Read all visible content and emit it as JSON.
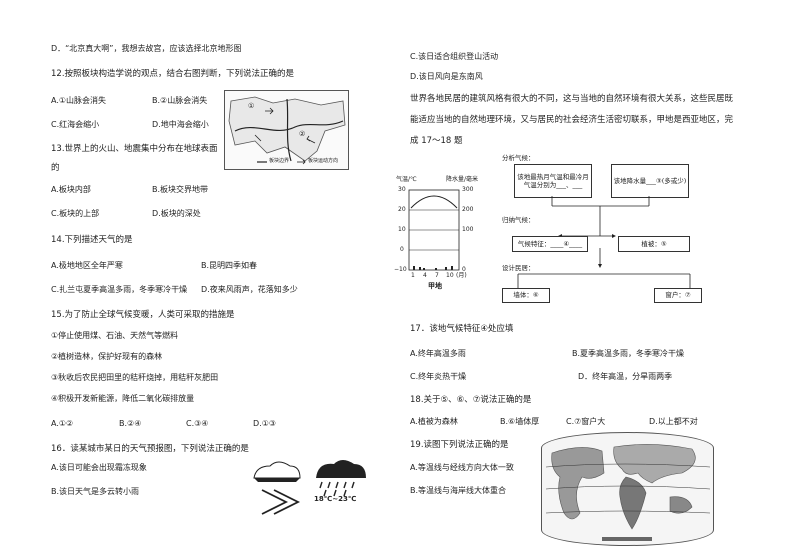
{
  "left": {
    "q11_d": "D．“北京真大啊”，我想去故宫，应该选择北京地形图",
    "q12": {
      "stem": "12.按照板块构造学说的观点，结合右图判断，下列说法正确的是",
      "a": "A.①山脉会消失",
      "b": "B.②山脉会消失",
      "c": "C.红海会缩小",
      "d": "D.地中海会缩小",
      "map_legend_1": "板块边界",
      "map_legend_2": "板块运动方向",
      "map_marks": [
        "①",
        "②"
      ]
    },
    "q13": {
      "stem1": "13.世界上的火山、地震集中分布在地球表面",
      "stem2": "的",
      "a": "A.板块内部",
      "b": "B.板块交界地带",
      "c": "C.板块的上部",
      "d": "D.板块的深处"
    },
    "q14": {
      "stem": "14.下列描述天气的是",
      "a": "A.极地地区全年严寒",
      "b": "B.昆明四季如春",
      "c": "C.扎兰屯夏季高温多雨，冬季寒冷干燥",
      "d": "D.夜来风雨声，花落知多少"
    },
    "q15": {
      "stem": "15.为了防止全球气候变暖，人类可采取的措施是",
      "o1": "①停止使用煤、石油、天然气等燃料",
      "o2": "②植树造林，保护好现有的森林",
      "o3": "③秋收后农民把田里的秸秆烧掉，用秸秆灰肥田",
      "o4": "④积极开发新能源，降低二氧化碳排放量",
      "a": "A.①②",
      "b": "B.②④",
      "c": "C.③④",
      "d": "D.①③"
    },
    "q16": {
      "stem": "16．读某城市某日的天气预报图，下列说法正确的是",
      "a": "A.该日可能会出现霜冻现象",
      "b": "B.该日天气是多云转小雨",
      "temp": "18℃~23℃"
    }
  },
  "right": {
    "q16_c": "C.该日适合组织登山活动",
    "q16_d": "D.该日风向是东南风",
    "intro1": "世界各地民居的建筑风格有很大的不同，这与当地的自然环境有很大关系，这些民居既",
    "intro2": "能适应当地的自然地理环境，又与居民的社会经济生活密切联系，甲地是西亚地区，完",
    "intro3": "成 17～18 题",
    "climate": {
      "left_title": "气温/℃",
      "right_title": "降水量/毫米",
      "left_ticks": [
        "30",
        "20",
        "10",
        "0",
        "−10"
      ],
      "right_ticks": [
        "300",
        "200",
        "100",
        "0"
      ],
      "x_ticks": [
        "1",
        "4",
        "7",
        "10"
      ],
      "x_unit": "(月)",
      "place": "甲地"
    },
    "flow": {
      "label_analysis": "分析气候：",
      "box_temp": "该地最热月气温和最冷月气温分别为___、___",
      "box_rain": "该地降水量___③(多或少)",
      "label_type": "归纳气候：",
      "box_climate_type": "气候特征：____④____",
      "box_vegetation": "植被：⑤",
      "label_design": "设计民居：",
      "box_wall": "墙体：⑥",
      "box_window": "窗户：⑦"
    },
    "q17": {
      "stem": "17．该地气候特征④处应填",
      "a": "A.终年高温多雨",
      "b": "B.夏季高温多雨，冬季寒冷干燥",
      "c": "C.终年炎热干燥",
      "d": "D．终年高温，分旱雨两季"
    },
    "q18": {
      "stem": "18.关于⑤、⑥、⑦说法正确的是",
      "a": "A.植被为森林",
      "b": "B.⑥墙体厚",
      "c": "C.⑦窗户大",
      "d": "D.以上都不对"
    },
    "q19": {
      "stem": "19.读图下列说法正确的是",
      "a": "A.等温线与经线方向大体一致",
      "b": "B.等温线与海岸线大体重合"
    }
  },
  "colors": {
    "text": "#222222",
    "line": "#333333",
    "map_fill": "#888888"
  }
}
